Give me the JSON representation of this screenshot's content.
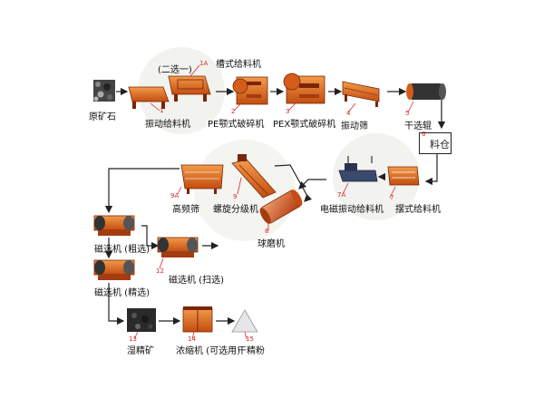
{
  "labels": {
    "raw_ore": "原矿石",
    "choose_one": "(二选一)",
    "trough_feeder": "槽式给料机",
    "vibrating_feeder": "振动给料机",
    "pe_crusher": "PE颚式破碎机",
    "pex_crusher": "PEX颚式破碎机",
    "vibrating_screen": "振动筛",
    "dry_separator": "干选辊",
    "bin": "料仓",
    "high_freq_screen": "高频筛",
    "spiral_classifier": "螺旋分级机",
    "ball_mill": "球磨机",
    "em_vibrating_feeder": "电磁振动给料机",
    "swing_feeder": "摆式给料机",
    "mag_rough": "磁选机 (粗选)",
    "mag_fine": "磁选机 (精选)",
    "mag_scav": "磁选机 (扫选)",
    "wet_concentrate": "湿精矿",
    "thickener": "浓缩机 (可选用)",
    "dry_powder": "干精粉"
  },
  "numbers": {
    "n1": "1",
    "n1a": "1A",
    "n2": "2",
    "n3": "3",
    "n4": "4",
    "n5": "5",
    "n6": "6",
    "n7": "7",
    "n7a": "7A",
    "n8": "8",
    "n9": "9",
    "n9a": "9A",
    "n12": "12",
    "n13": "13",
    "n14": "14",
    "n15": "15"
  },
  "colors": {
    "machine_orange": "#e06a1b",
    "machine_dark": "#8a2a0e",
    "label_number_red": "#d8262e",
    "ore_dark": "#333333",
    "flow_line": "#222222"
  }
}
